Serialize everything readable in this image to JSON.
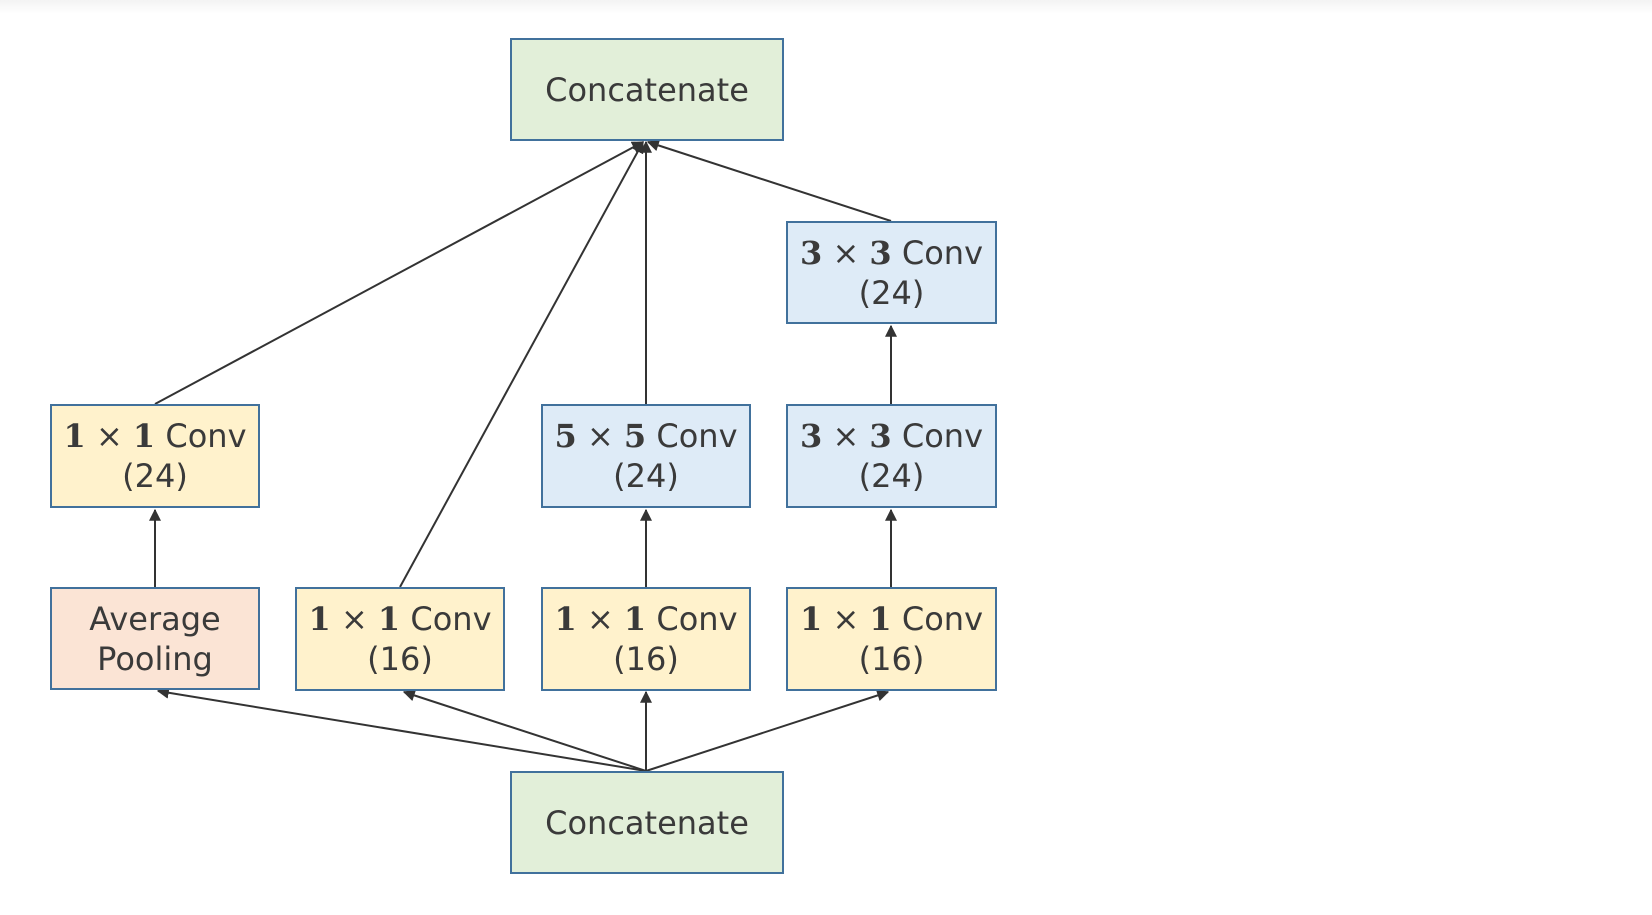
{
  "nodes": {
    "concat_top": {
      "line1": "Concatenate"
    },
    "conv3x3_upper": {
      "k1": "3",
      "times": " × ",
      "k2": "3",
      "op": " Conv",
      "channels": "(24)"
    },
    "conv1x1_24": {
      "k1": "1",
      "times": " × ",
      "k2": "1",
      "op": " Conv",
      "channels": "(24)"
    },
    "conv5x5": {
      "k1": "5",
      "times": " × ",
      "k2": "5",
      "op": " Conv",
      "channels": "(24)"
    },
    "conv3x3_lower": {
      "k1": "3",
      "times": " × ",
      "k2": "3",
      "op": " Conv",
      "channels": "(24)"
    },
    "avgpool": {
      "line1": "Average",
      "line2": "Pooling"
    },
    "conv1x1_a": {
      "k1": "1",
      "times": " × ",
      "k2": "1",
      "op": " Conv",
      "channels": "(16)"
    },
    "conv1x1_b": {
      "k1": "1",
      "times": " × ",
      "k2": "1",
      "op": " Conv",
      "channels": "(16)"
    },
    "conv1x1_c": {
      "k1": "1",
      "times": " × ",
      "k2": "1",
      "op": " Conv",
      "channels": "(16)"
    },
    "concat_bottom": {
      "line1": "Concatenate"
    }
  },
  "colors": {
    "concat": "#e2efd9",
    "conv1x1": "#fff2cc",
    "conv_large": "#deebf7",
    "pooling": "#fbe4d5",
    "border": "#41719c",
    "arrow": "#333333"
  }
}
